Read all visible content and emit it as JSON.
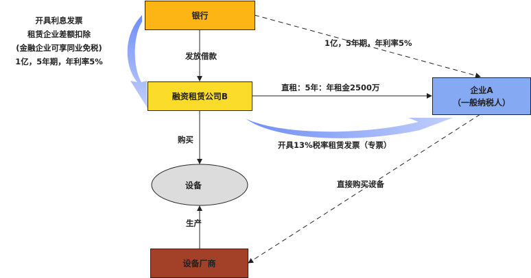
{
  "nodes": {
    "bank": {
      "label": "银行",
      "color": "#FDB515"
    },
    "lessor": {
      "label": "融资租赁公司B",
      "color": "#FBDC2A"
    },
    "enterprise": {
      "label": "企业A",
      "sub": "（一般纳税人）",
      "color": "#85A9F2"
    },
    "equipment": {
      "label": "设备",
      "color": "#DCDCDC"
    },
    "manufacturer": {
      "label": "设备厂商",
      "color": "#A24128"
    }
  },
  "edges": {
    "loan": "发放借款",
    "bank_to_a": "1亿，5年期，年利率5%",
    "lease": "直租：5年：年租金2500万",
    "invoice13": "开具13%税率租赁发票（专票）",
    "buy": "购买",
    "direct_buy": "直接购买设备",
    "produce": "生产"
  },
  "note": {
    "lines": [
      "开具利息发票",
      "租赁企业差额扣除",
      "(金融企业可享同业免税)",
      "1亿，5年期，年利率5%"
    ]
  }
}
